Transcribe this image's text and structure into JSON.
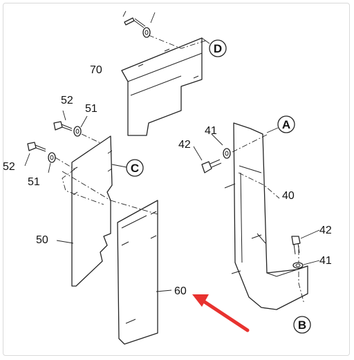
{
  "colors": {
    "arrow": "#e8322f",
    "line": "#222222",
    "frame": "#d9d9d9"
  },
  "diagram": {
    "callouts": {
      "A": "A",
      "B": "B",
      "C": "C",
      "D": "D"
    },
    "labels": {
      "p70": "70",
      "p52a": "52",
      "p51a": "51",
      "p52b": "52",
      "p51b": "51",
      "p41a": "41",
      "p42a": "42",
      "p40": "40",
      "p50": "50",
      "p60": "60",
      "p42b": "42",
      "p41b": "41"
    }
  }
}
